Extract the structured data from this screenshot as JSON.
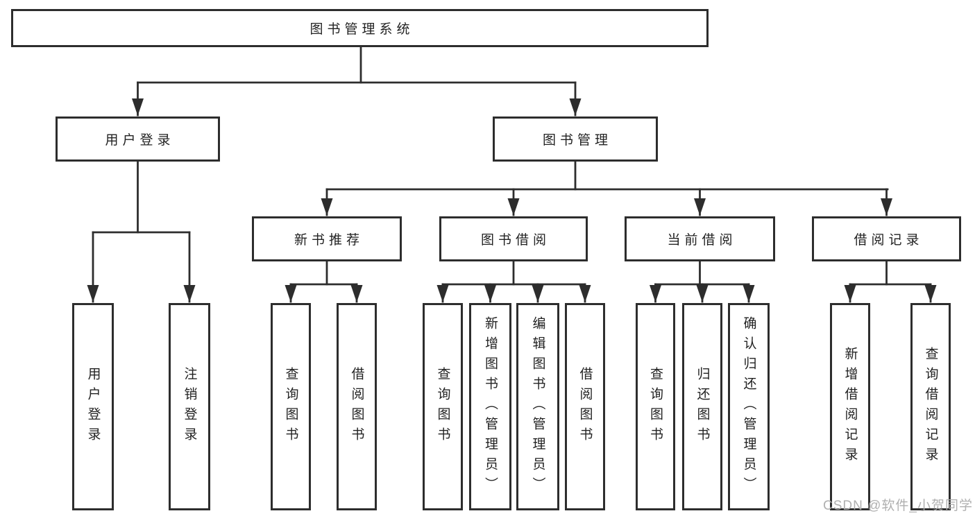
{
  "tree": {
    "root": {
      "label": "图书管理系统"
    },
    "branches": [
      {
        "label": "用户登录",
        "leaves": [
          {
            "label": "用户登录"
          },
          {
            "label": "注销登录"
          }
        ]
      },
      {
        "label": "图书管理",
        "children": [
          {
            "label": "新书推荐",
            "leaves": [
              {
                "label": "查询图书"
              },
              {
                "label": "借阅图书"
              }
            ]
          },
          {
            "label": "图书借阅",
            "leaves": [
              {
                "label": "查询图书"
              },
              {
                "label": "新增图书（管理员）"
              },
              {
                "label": "编辑图书（管理员）"
              },
              {
                "label": "借阅图书"
              }
            ]
          },
          {
            "label": "当前借阅",
            "leaves": [
              {
                "label": "查询图书"
              },
              {
                "label": "归还图书"
              },
              {
                "label": "确认归还（管理员）"
              }
            ]
          },
          {
            "label": "借阅记录",
            "leaves": [
              {
                "label": "新增借阅记录"
              },
              {
                "label": "查询借阅记录"
              }
            ]
          }
        ]
      }
    ]
  },
  "watermark": {
    "text": "CSDN @软件_小贺同学"
  },
  "colors": {
    "line": "#2d2d2d",
    "box_border": "#2d2d2d",
    "text": "#222222",
    "watermark": "#acacac",
    "background": "#ffffff"
  }
}
